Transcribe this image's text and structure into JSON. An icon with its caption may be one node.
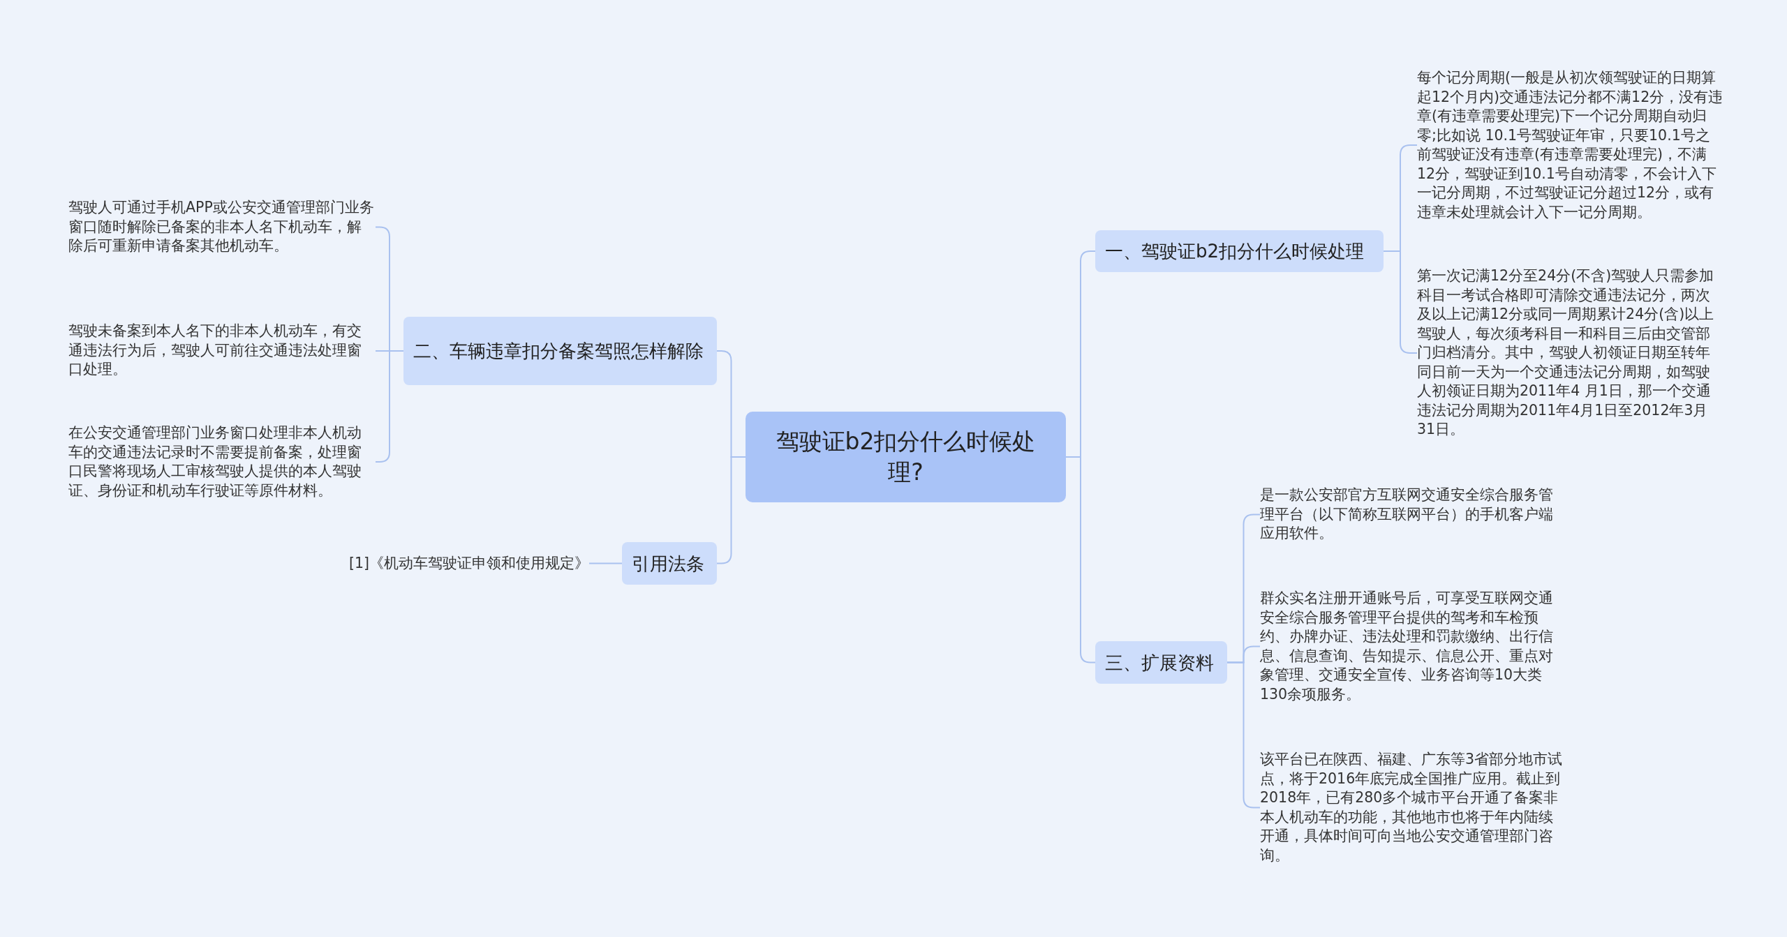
{
  "diagram": {
    "nodes": [
      {
        "text": [
          "驾驶证b2扣分什么时候处理?"
        ]
      },
      {
        "text": [
          "一、驾驶证b2扣分什么时候处理"
        ]
      },
      {
        "text": [
          "每个记分周期(一般是从初次领驾驶证的日期算起12个月内)交通违法记分都不满12分，没有违章(有违章需要处理完)下一个记分周期自动归零;比如说 10.1号驾驶证年审，只要10.1号之前驾驶证没有违章(有违章需要处理完)，不满12分，驾驶证到10.1号自动清零，不会计入下一记分周期，不过驾驶证记分超过12分，或有违章未处理就会计入下一记分周期。"
        ]
      },
      {
        "text": [
          "第一次记满12分至24分(不含)驾驶人只需参加科目一考试合格即可清除交通违法记分，两次及以上记满12分或同一周期累计24分(含)以上驾驶人，每次须考科目一和科目三后由交管部门归档清分。其中，驾驶人初领证日期至转年同日前一天为一个交通违法记分周期，如驾驶人初领证日期为2011年4 月1日，那一个交通违法记分周期为2011年4月1日至2012年3月31日。"
        ]
      },
      {
        "text": [
          "二、车辆违章扣分备案驾照怎样解除"
        ]
      },
      {
        "text": [
          "驾驶人可通过手机APP或公安交通管理部门业务窗口随时解除已备案的非本人名下机动车，解除后可重新申请备案其他机动车。"
        ]
      },
      {
        "text": [
          "驾驶未备案到本人名下的非本人机动车，有交通违法行为后，驾驶人可前往交通违法处理窗口处理。"
        ]
      },
      {
        "text": [
          "在公安交通管理部门业务窗口处理非本人机动车的交通违法记录时不需要提前备案，处理窗口民警将现场人工审核驾驶人提供的本人驾驶证、身份证和机动车行驶证等原件材料。"
        ]
      },
      {
        "text": [
          "引用法条"
        ]
      },
      {
        "text": [
          "[1]《机动车驾驶证申领和使用规定》"
        ]
      },
      {
        "text": [
          "三、扩展资料"
        ]
      },
      {
        "text": [
          "是一款公安部官方互联网交通安全综合服务管理平台（以下简称互联网平台）的手机客户端应用软件。"
        ]
      },
      {
        "text": [
          "群众实名注册开通账号后，可享受互联网交通安全综合服务管理平台提供的驾考和车检预约、办牌办证、违法处理和罚款缴纳、出行信息、信息查询、告知提示、信息公开、重点对象管理、交通安全宣传、业务咨询等10大类130余项服务。"
        ]
      },
      {
        "text": [
          "该平台已在陕西、福建、广东等3省部分地市试点，将于2016年底完成全国推广应用。截止到2018年，已有280多个城市平台开通了备案非本人机动车的功能，其他地市也将于年内陆续开通，具体时间可向当地公安交通管理部门咨询。"
        ]
      }
    ],
    "edges": [
      {
        "from": 0,
        "to": 1,
        "arrow": "none"
      },
      {
        "from": 1,
        "to": 2,
        "arrow": "none"
      },
      {
        "from": 1,
        "to": 3,
        "arrow": "none"
      },
      {
        "from": 0,
        "to": 4,
        "arrow": "none"
      },
      {
        "from": 4,
        "to": 5,
        "arrow": "none"
      },
      {
        "from": 4,
        "to": 6,
        "arrow": "none"
      },
      {
        "from": 4,
        "to": 7,
        "arrow": "none"
      },
      {
        "from": 0,
        "to": 8,
        "arrow": "none"
      },
      {
        "from": 8,
        "to": 9,
        "arrow": "none"
      },
      {
        "from": 0,
        "to": 10,
        "arrow": "none"
      },
      {
        "from": 10,
        "to": 11,
        "arrow": "none"
      },
      {
        "from": 10,
        "to": 12,
        "arrow": "none"
      },
      {
        "from": 10,
        "to": 13,
        "arrow": "none"
      }
    ]
  }
}
